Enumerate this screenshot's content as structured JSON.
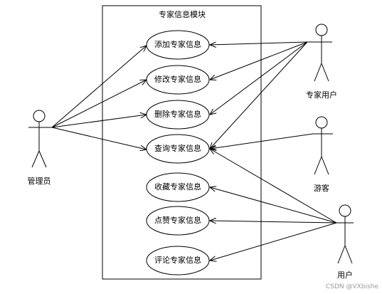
{
  "system": {
    "title": "专家信息模块"
  },
  "actors": {
    "admin": {
      "label": "管理员"
    },
    "expert": {
      "label": "专家用户"
    },
    "visitor": {
      "label": "游客"
    },
    "user": {
      "label": "用户"
    }
  },
  "usecases": [
    {
      "label": "添加专家信息"
    },
    {
      "label": "修改专家信息"
    },
    {
      "label": "删除专家信息"
    },
    {
      "label": "查询专家信息"
    },
    {
      "label": "收藏专家信息"
    },
    {
      "label": "点赞专家信息"
    },
    {
      "label": "评论专家信息"
    }
  ],
  "watermark": "CSDN @VXbishe"
}
